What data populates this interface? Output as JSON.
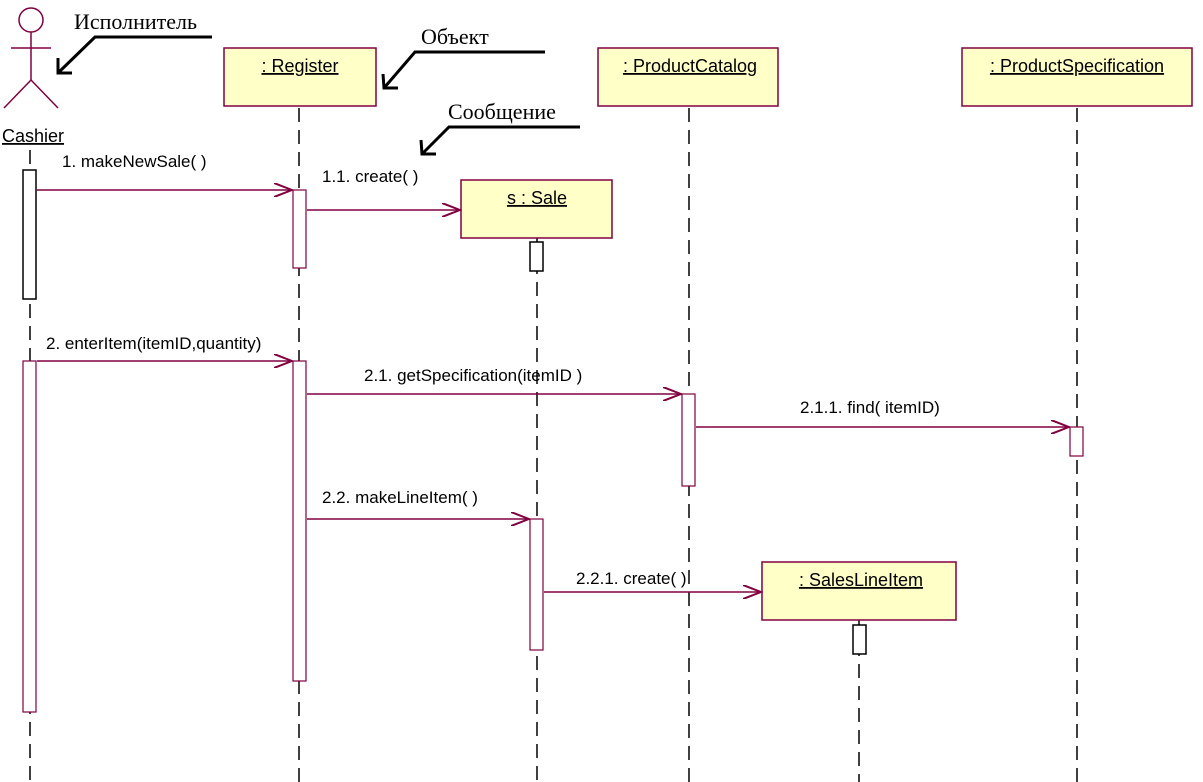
{
  "colors": {
    "line": "#800040",
    "box_fill": "#ffffc8",
    "box_border": "#800040",
    "ink": "#000000"
  },
  "annotations": {
    "actor": "Исполнитель",
    "object": "Объект",
    "message": "Сообщение"
  },
  "actor": {
    "name": "Cashier"
  },
  "objects": [
    {
      "name": ": Register"
    },
    {
      "name": ": ProductCatalog"
    },
    {
      "name": ": ProductSpecification"
    },
    {
      "name": "s : Sale"
    },
    {
      "name": ": SalesLineItem"
    }
  ],
  "messages": [
    {
      "label": "1. makeNewSale( )"
    },
    {
      "label": "1.1. create( )"
    },
    {
      "label": "2. enterItem(itemID,quantity)"
    },
    {
      "label": "2.1. getSpecification(itemID )"
    },
    {
      "label": "2.1.1. find( itemID)"
    },
    {
      "label": "2.2. makeLineItem( )"
    },
    {
      "label": "2.2.1. create( )"
    }
  ]
}
